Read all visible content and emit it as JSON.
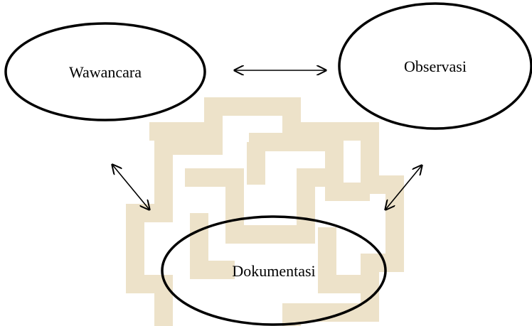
{
  "diagram": {
    "nodes": {
      "wawancara": {
        "label": "Wawancara"
      },
      "observasi": {
        "label": "Observasi"
      },
      "dokumentasi": {
        "label": "Dokumentasi"
      }
    },
    "edges": [
      {
        "from": "wawancara",
        "to": "observasi",
        "direction": "both"
      },
      {
        "from": "wawancara",
        "to": "dokumentasi",
        "direction": "both"
      },
      {
        "from": "observasi",
        "to": "dokumentasi",
        "direction": "both"
      }
    ]
  },
  "colors": {
    "stroke": "#000000",
    "watermark": "#e8d9b8",
    "background": "#ffffff"
  },
  "watermark": {
    "icon": "interlaced-knot-watermark-icon"
  }
}
